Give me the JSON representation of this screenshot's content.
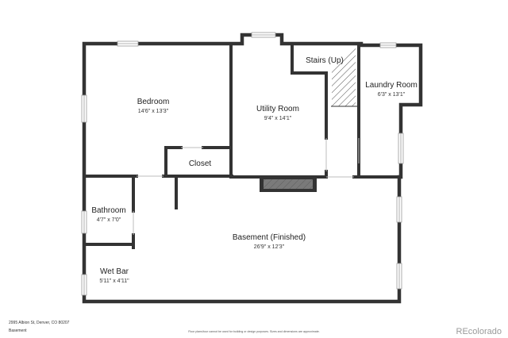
{
  "rooms": {
    "bedroom": {
      "name": "Bedroom",
      "dims": "14'6\" x 13'3\""
    },
    "utility": {
      "name": "Utility Room",
      "dims": "9'4\" x 14'1\""
    },
    "stairs": {
      "name": "Stairs (Up)"
    },
    "laundry": {
      "name": "Laundry Room",
      "dims": "6'3\" x 13'1\""
    },
    "closet": {
      "name": "Closet"
    },
    "bathroom": {
      "name": "Bathroom",
      "dims": "4'7\" x 7'0\""
    },
    "basement": {
      "name": "Basement (Finished)",
      "dims": "26'9\" x 12'3\""
    },
    "wetbar": {
      "name": "Wet Bar",
      "dims": "5'11\" x 4'11\""
    }
  },
  "footer": {
    "address": "2995 Albion St, Denver, CO 80207",
    "level": "Basement",
    "disclaimer": "Floor plans/tour cannot be used for building or design purposes. Sizes and dimensions are approximate.",
    "brand": "REcolorado"
  },
  "colors": {
    "wall": "#333333",
    "window": "#bfbfbf",
    "hatch": "#555555"
  }
}
